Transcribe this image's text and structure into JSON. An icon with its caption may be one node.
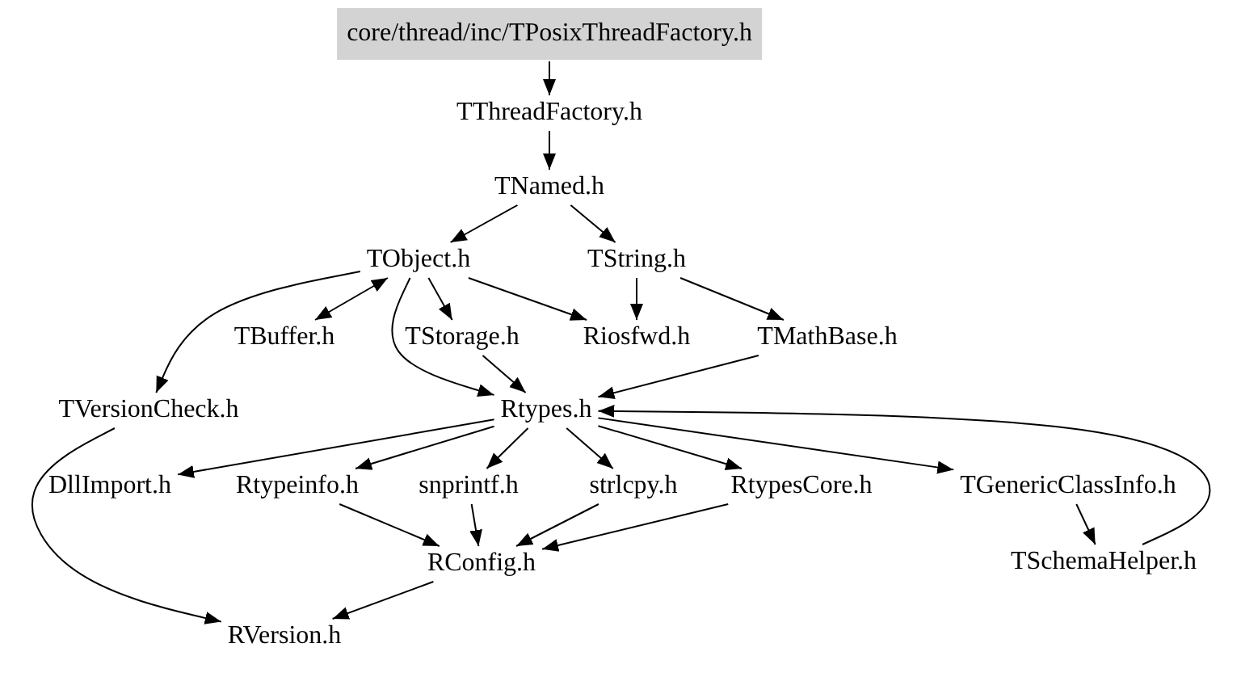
{
  "diagram": {
    "nodes": [
      {
        "text": [
          "core/thread/inc/TPosixThreadFactory.h"
        ]
      },
      {
        "text": [
          "TThreadFactory.h"
        ]
      },
      {
        "text": [
          "TNamed.h"
        ]
      },
      {
        "text": [
          "TObject.h"
        ]
      },
      {
        "text": [
          "TString.h"
        ]
      },
      {
        "text": [
          "TBuffer.h"
        ]
      },
      {
        "text": [
          "TStorage.h"
        ]
      },
      {
        "text": [
          "Riosfwd.h"
        ]
      },
      {
        "text": [
          "TMathBase.h"
        ]
      },
      {
        "text": [
          "TVersionCheck.h"
        ]
      },
      {
        "text": [
          "Rtypes.h"
        ]
      },
      {
        "text": [
          "DllImport.h"
        ]
      },
      {
        "text": [
          "Rtypeinfo.h"
        ]
      },
      {
        "text": [
          "snprintf.h"
        ]
      },
      {
        "text": [
          "strlcpy.h"
        ]
      },
      {
        "text": [
          "RtypesCore.h"
        ]
      },
      {
        "text": [
          "TGenericClassInfo.h"
        ]
      },
      {
        "text": [
          "RConfig.h"
        ]
      },
      {
        "text": [
          "TSchemaHelper.h"
        ]
      },
      {
        "text": [
          "RVersion.h"
        ]
      }
    ],
    "edges": [
      {
        "from": 0,
        "to": 1,
        "arrow": "to"
      },
      {
        "from": 1,
        "to": 2,
        "arrow": "to"
      },
      {
        "from": 2,
        "to": 3,
        "arrow": "to"
      },
      {
        "from": 2,
        "to": 4,
        "arrow": "to"
      },
      {
        "from": 3,
        "to": 5,
        "arrow": "both"
      },
      {
        "from": 3,
        "to": 6,
        "arrow": "to"
      },
      {
        "from": 3,
        "to": 7,
        "arrow": "to"
      },
      {
        "from": 3,
        "to": 9,
        "arrow": "to"
      },
      {
        "from": 3,
        "to": 10,
        "arrow": "to"
      },
      {
        "from": 4,
        "to": 7,
        "arrow": "to"
      },
      {
        "from": 4,
        "to": 8,
        "arrow": "to"
      },
      {
        "from": 6,
        "to": 10,
        "arrow": "to"
      },
      {
        "from": 8,
        "to": 10,
        "arrow": "to"
      },
      {
        "from": 10,
        "to": 11,
        "arrow": "to"
      },
      {
        "from": 10,
        "to": 12,
        "arrow": "to"
      },
      {
        "from": 10,
        "to": 13,
        "arrow": "to"
      },
      {
        "from": 10,
        "to": 14,
        "arrow": "to"
      },
      {
        "from": 10,
        "to": 15,
        "arrow": "to"
      },
      {
        "from": 10,
        "to": 16,
        "arrow": "to"
      },
      {
        "from": 9,
        "to": 19,
        "arrow": "to"
      },
      {
        "from": 12,
        "to": 17,
        "arrow": "to"
      },
      {
        "from": 13,
        "to": 17,
        "arrow": "to"
      },
      {
        "from": 14,
        "to": 17,
        "arrow": "to"
      },
      {
        "from": 15,
        "to": 17,
        "arrow": "to"
      },
      {
        "from": 16,
        "to": 18,
        "arrow": "to"
      },
      {
        "from": 18,
        "to": 10,
        "arrow": "to"
      },
      {
        "from": 17,
        "to": 19,
        "arrow": "to"
      }
    ]
  }
}
